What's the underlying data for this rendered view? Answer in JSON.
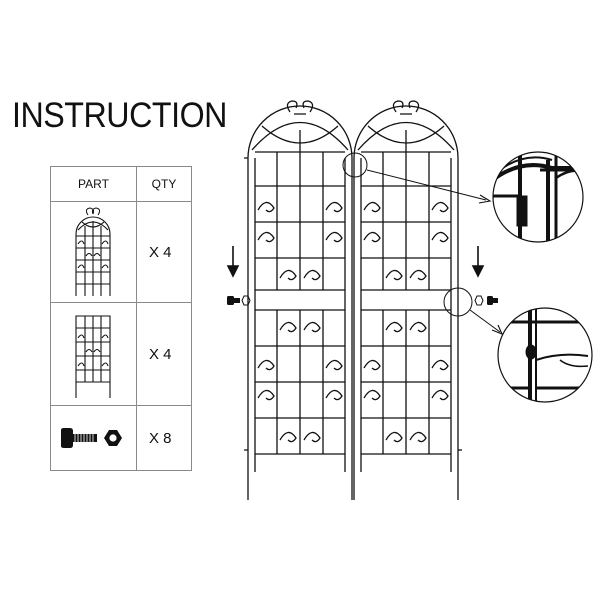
{
  "title": "INSTRUCTION",
  "table": {
    "header_part": "PART",
    "header_qty": "QTY",
    "rows": [
      {
        "part_icon": "arched-trellis-panel-icon",
        "qty": "X 4"
      },
      {
        "part_icon": "straight-trellis-panel-icon",
        "qty": "X 4"
      },
      {
        "part_icon": "bolt-and-nut-icon",
        "qty": "X 8"
      }
    ]
  },
  "assembly": {
    "panels": 2,
    "connectors": "screw-connector-icon",
    "arrows": "down-arrow-icon",
    "details": [
      "hook-joint-detail",
      "bolt-joint-detail"
    ]
  },
  "colors": {
    "line": "#111111",
    "table_border": "#8a8a8a",
    "background": "#ffffff"
  }
}
